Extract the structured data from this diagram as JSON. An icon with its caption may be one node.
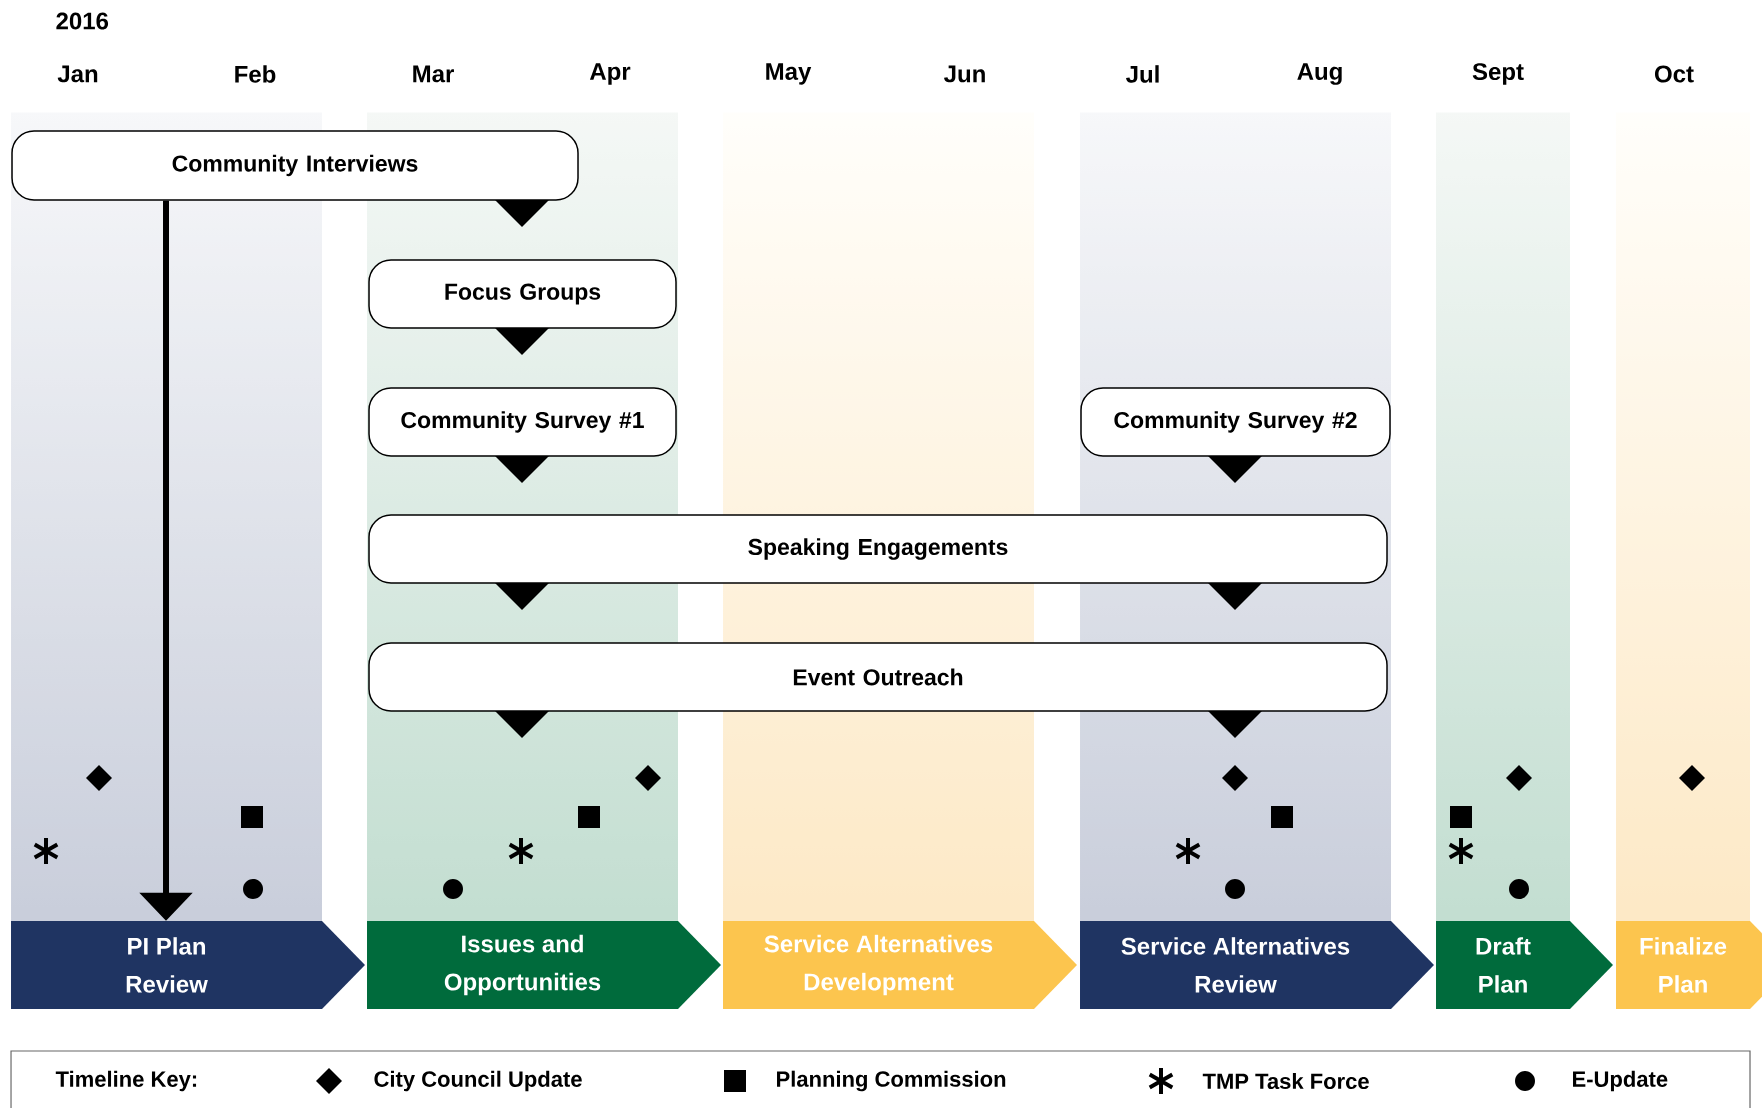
{
  "diagram": {
    "nodes": [
      {
        "text": [
          "Community Interviews"
        ]
      },
      {
        "text": [
          "Focus Groups"
        ]
      },
      {
        "text": [
          "Community Survey #1"
        ]
      },
      {
        "text": [
          "Community Survey #2"
        ]
      },
      {
        "text": [
          "Speaking Engagements"
        ]
      },
      {
        "text": [
          "Event Outreach"
        ]
      },
      {
        "text": [
          "PI Plan Review"
        ]
      },
      {
        "text": [
          "Issues and Opportunities"
        ]
      },
      {
        "text": [
          "Service Alternatives Development"
        ]
      },
      {
        "text": [
          "Service Alternatives Review"
        ]
      },
      {
        "text": [
          "Draft Plan"
        ]
      },
      {
        "text": [
          "Finalize Plan"
        ]
      }
    ],
    "edges": [
      {
        "from": 0,
        "to": 6,
        "arrow": "to"
      }
    ],
    "labels": [
      "2016",
      "Jan",
      "Feb",
      "Mar",
      "Apr",
      "May",
      "Jun",
      "Jul",
      "Aug",
      "Sept",
      "Oct",
      "Timeline Key:"
    ],
    "legend": [
      {
        "text": "City Council Update"
      },
      {
        "text": "Planning Commission"
      },
      {
        "text": "TMP Task Force"
      },
      {
        "text": "E-Update"
      }
    ]
  }
}
